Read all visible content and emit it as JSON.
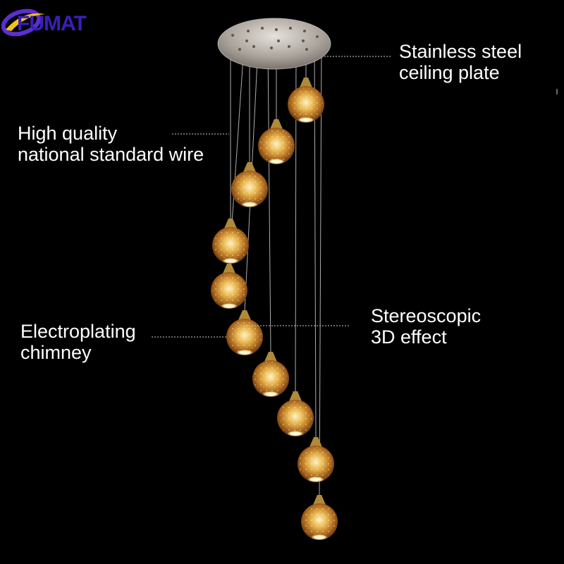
{
  "brand": {
    "text": "FUMAT",
    "colors": {
      "swoosh": "#f2c21a",
      "ring": "#5a2fd0",
      "letters": "#3b1fb8"
    }
  },
  "callouts": {
    "ceiling_plate": {
      "line1": "Stainless steel",
      "line2": "ceiling plate"
    },
    "wire": {
      "line1": "High quality",
      "line2": "national standard wire"
    },
    "stereo": {
      "line1": "Stereoscopic",
      "line2": "3D effect"
    },
    "chimney": {
      "line1": "Electroplating",
      "line2": "chimney"
    }
  },
  "colors": {
    "background": "#000000",
    "text": "#ffffff",
    "leader": "#cfcfcf",
    "plate": "#b9b3ad",
    "wire": "#d8d8d8",
    "globe_gold": "#d9a441",
    "globe_glow": "#ffe6a0",
    "chimney": "#b08a3a"
  },
  "product": {
    "pendant_count": 10
  }
}
